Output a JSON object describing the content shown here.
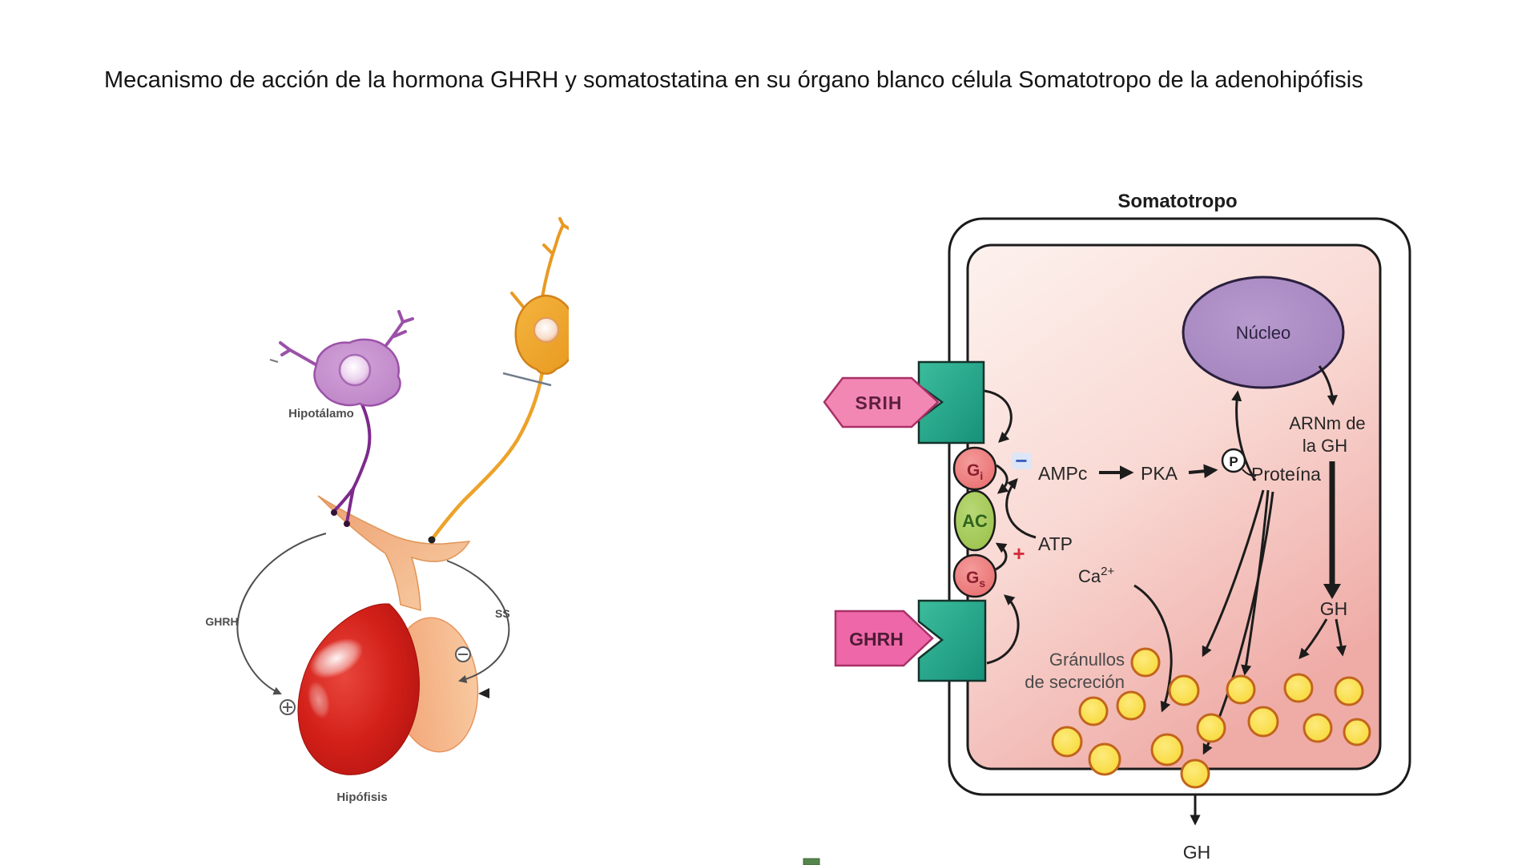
{
  "page": {
    "title": "Mecanismo de acción de la hormona GHRH y somatostatina en su órgano blanco célula Somatotropo de la adenohipófisis"
  },
  "left_figure": {
    "hypothalamus_label": "Hipotálamo",
    "pituitary_label": "Hipófisis",
    "ghrh_arc_label": "GHRH",
    "ss_arc_label": "SS"
  },
  "cell": {
    "title": "Somatotropo",
    "receptors": {
      "srih": "SRIH",
      "ghrh": "GHRH"
    },
    "g_proteins": {
      "gi_main": "G",
      "gi_sub": "i",
      "ac": "AC",
      "gs_main": "G",
      "gs_sub": "s"
    },
    "signs": {
      "inhibit": "−",
      "stimulate": "+"
    },
    "cascade": {
      "ampc": "AMPc",
      "pka": "PKA",
      "atp": "ATP",
      "p": "P",
      "protein": "Proteína",
      "calcium_main": "Ca",
      "calcium_sup": "2+"
    },
    "nucleus": {
      "label": "Núcleo",
      "arnm_line1": "ARNm de",
      "arnm_line2": "la GH"
    },
    "gh_intracellular": "GH",
    "granules_line1": "Gránullos",
    "granules_line2": "de secreción",
    "gh_secreted": "GH"
  },
  "colors": {
    "receptor_teal": "#22a98c",
    "ligand_pink": "#f07fb2",
    "g_protein_red": "#ef8585",
    "ac_green": "#a9cc5f",
    "nucleus_purple": "#ab8cc4",
    "cell_pink": "#f5c6c2",
    "granule_yellow": "#fadc4a",
    "inhibit_blue": "#3a5bbf",
    "stimulate_red": "#d22c3c",
    "anterior_pituitary_red": "#c41a14",
    "posterior_pituitary_salmon": "#f2a379",
    "neuron_purple": "#b87cc2",
    "neuron_orange": "#eda229"
  }
}
